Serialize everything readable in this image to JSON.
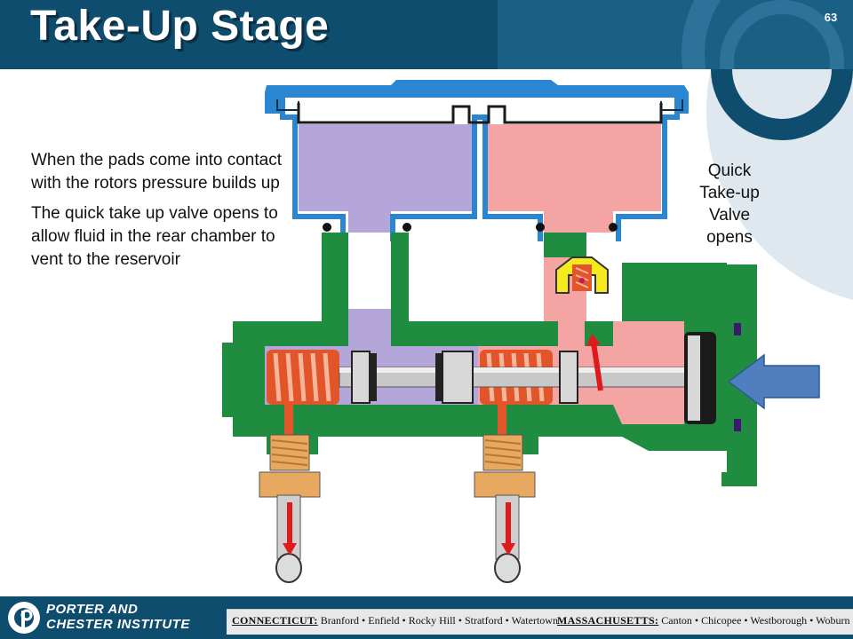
{
  "slide": {
    "title": "Take-Up Stage",
    "number": "63"
  },
  "body": {
    "paragraphs": [
      "When the pads come into contact with the rotors pressure builds up",
      "The quick take up valve opens to allow fluid in the rear chamber to vent to the reservoir"
    ]
  },
  "callout": {
    "lines": [
      "Quick",
      "Take-up",
      "Valve",
      "opens"
    ]
  },
  "footer": {
    "logo_lines": [
      "PORTER AND",
      "CHESTER INSTITUTE"
    ],
    "ct_label": "CONNECTICUT:",
    "ct_towns": "Branford • Enfield • Rocky Hill • Stratford • Watertown",
    "ma_label": "MASSACHUSETTS:",
    "ma_towns": "Canton • Chicopee • Westborough • Woburn"
  },
  "colors": {
    "header_bg": "#0e4d6e",
    "body_green": "#1f8c3f",
    "reservoir_blue": "#2a86d0",
    "fluid_front": "#b4a6d8",
    "fluid_rear": "#f4a5a3",
    "spring_orange": "#e2542a",
    "valve_yellow": "#f4ea1e",
    "arrow_blue": "#4f7fbf",
    "flow_red": "#e01a1a",
    "fitting_tan": "#e8a860"
  }
}
